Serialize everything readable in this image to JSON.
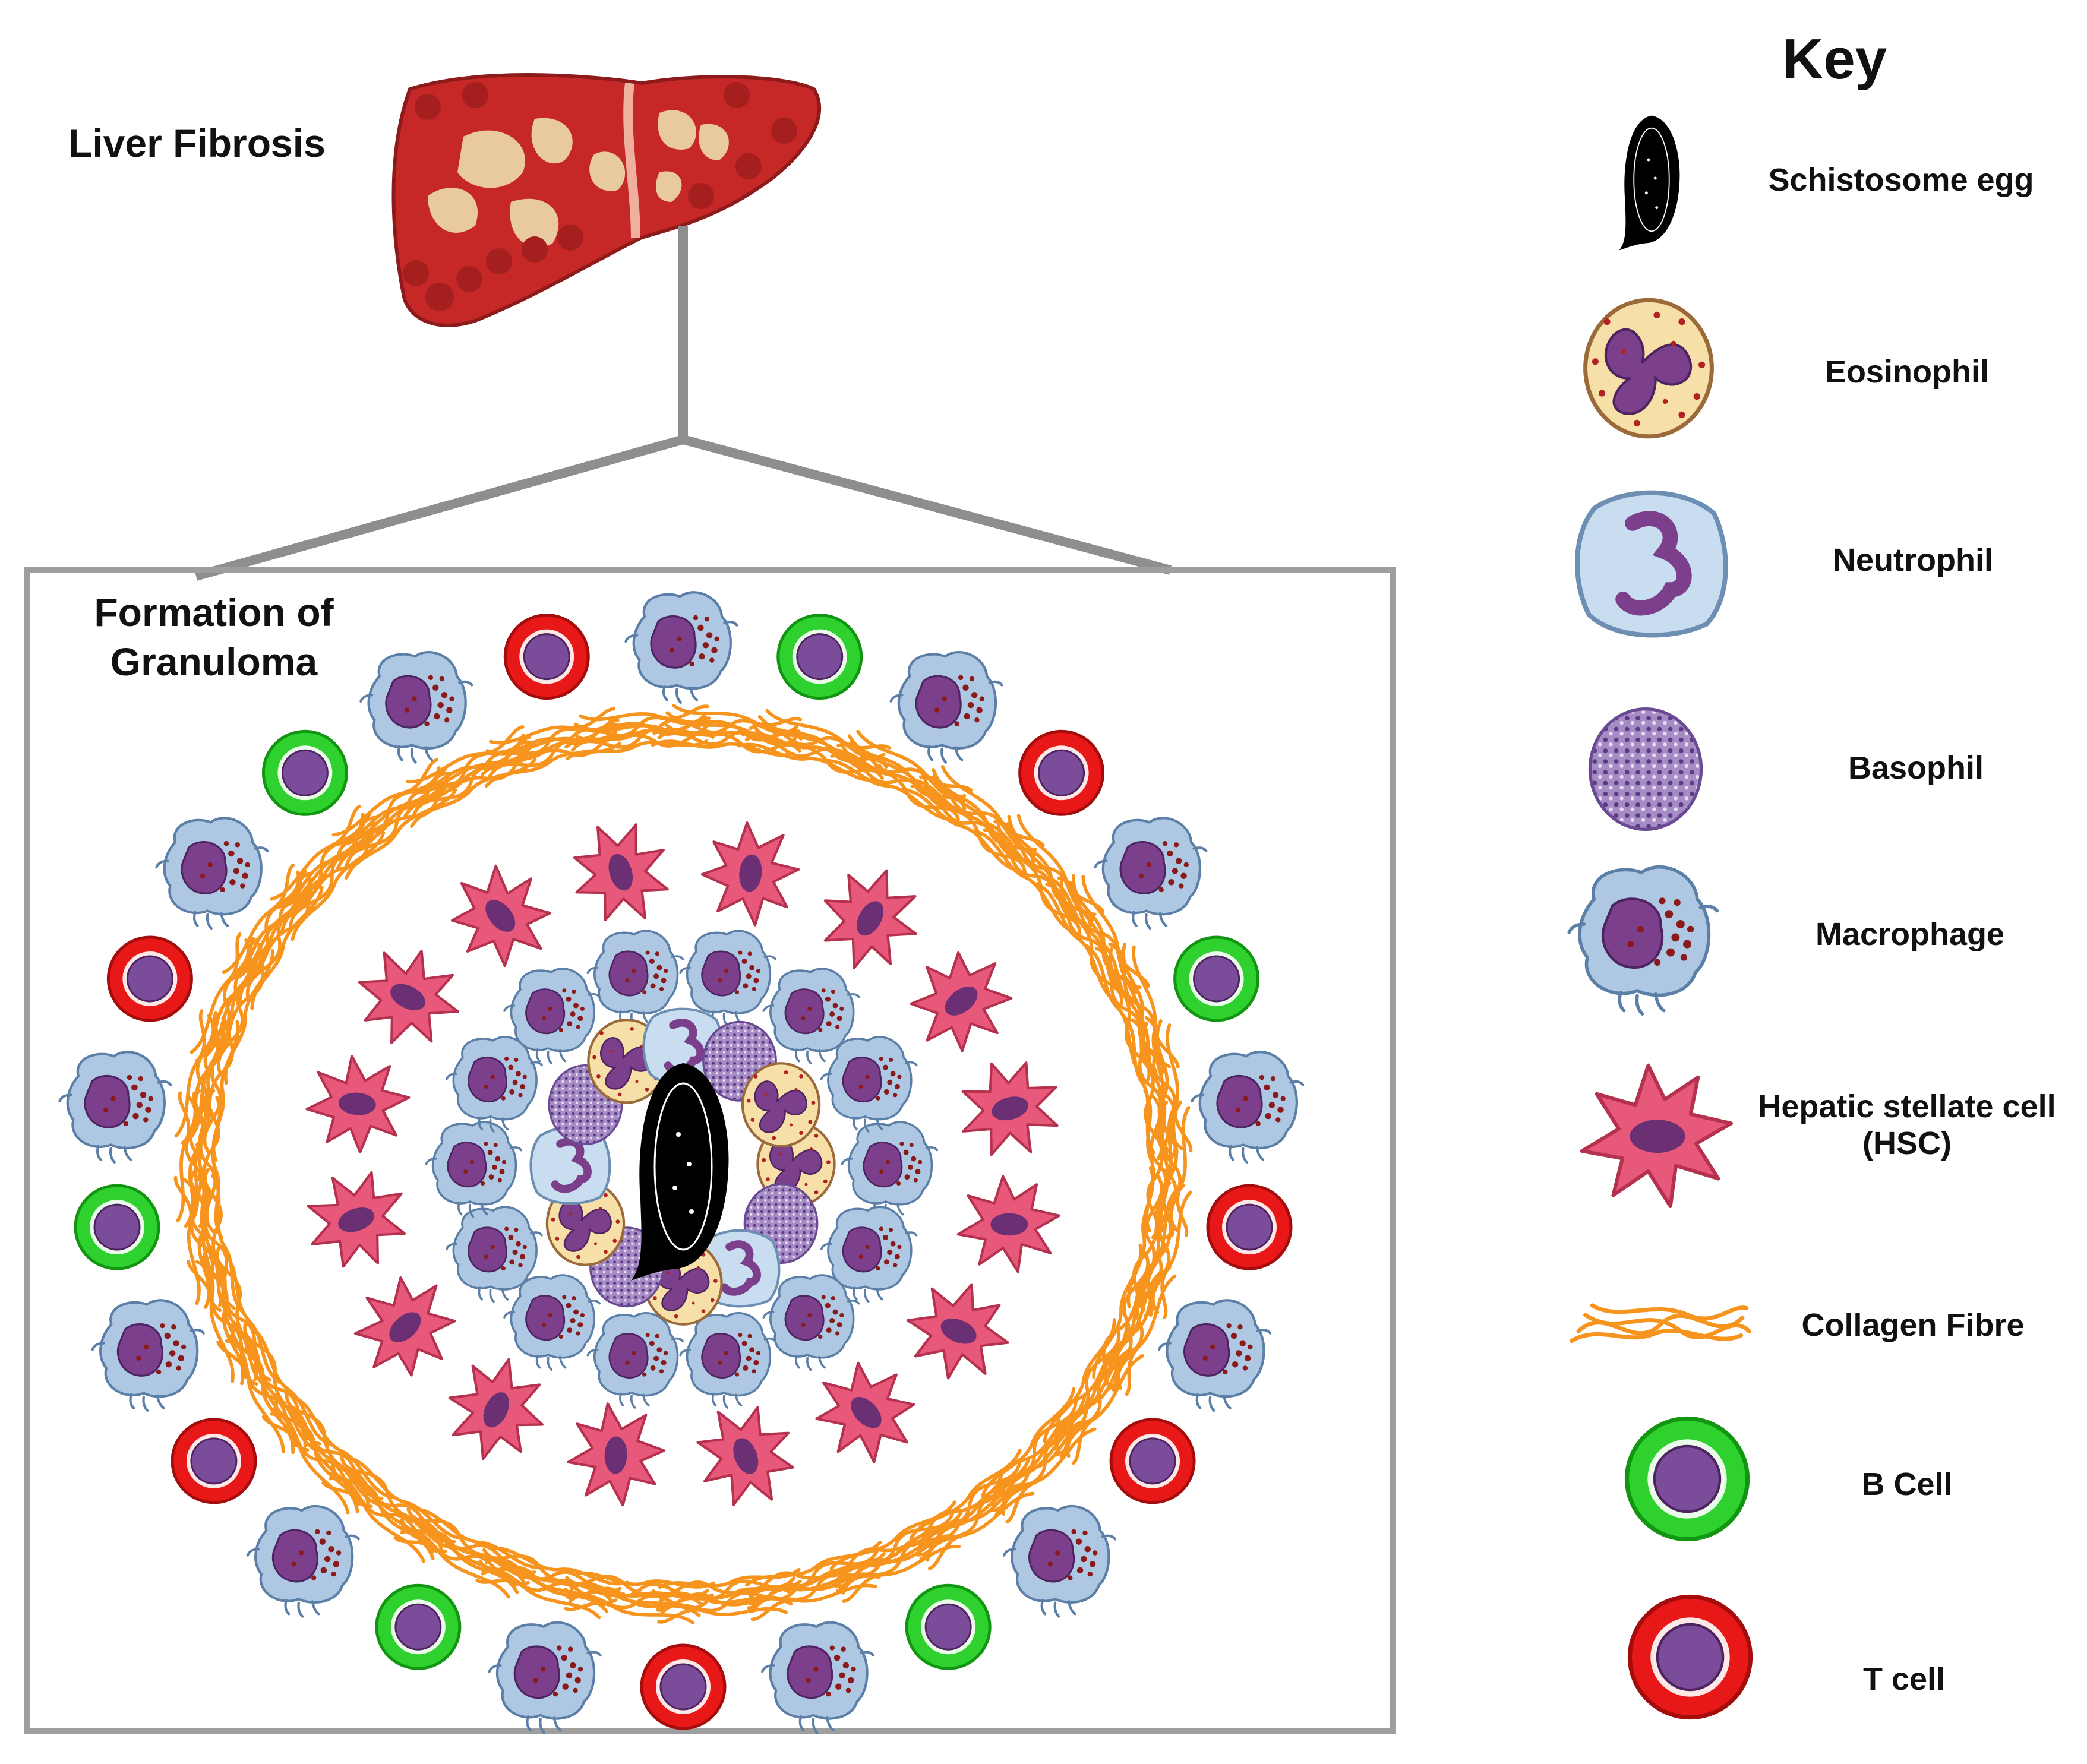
{
  "diagram": {
    "liver_title": "Liver Fibrosis",
    "granuloma_title_line1": "Formation of",
    "granuloma_title_line2": "Granuloma"
  },
  "key": {
    "title": "Key",
    "items": [
      {
        "label": "Schistosome egg",
        "icon": "schistosome-egg-icon"
      },
      {
        "label": "Eosinophil",
        "icon": "eosinophil-icon"
      },
      {
        "label": "Neutrophil",
        "icon": "neutrophil-icon"
      },
      {
        "label": "Basophil",
        "icon": "basophil-icon"
      },
      {
        "label": "Macrophage",
        "icon": "macrophage-icon"
      },
      {
        "label": "Hepatic stellate cell",
        "label2": "(HSC)",
        "icon": "hepatic-stellate-cell-icon"
      },
      {
        "label": "Collagen Fibre",
        "icon": "collagen-fibre-icon"
      },
      {
        "label": "B Cell",
        "icon": "b-cell-icon"
      },
      {
        "label": "T cell",
        "icon": "t-cell-icon"
      }
    ]
  },
  "colors": {
    "liver": "#c62828",
    "liver_dark": "#8e1b1b",
    "liver_tissue": "#e8c9a0",
    "frame": "#9e9e9e",
    "egg": "#000000",
    "eosinophil_body": "#f7dfa8",
    "nucleus_purple": "#7b3f8c",
    "neutrophil_body": "#c9ddf0",
    "basophil": "#8a6aa8",
    "macrophage_body": "#aec8e3",
    "hsc": "#e8587a",
    "collagen": "#f7941d",
    "b_cell_ring": "#2ed12e",
    "t_cell_ring": "#e81818",
    "cell_center": "#7a4c99"
  }
}
